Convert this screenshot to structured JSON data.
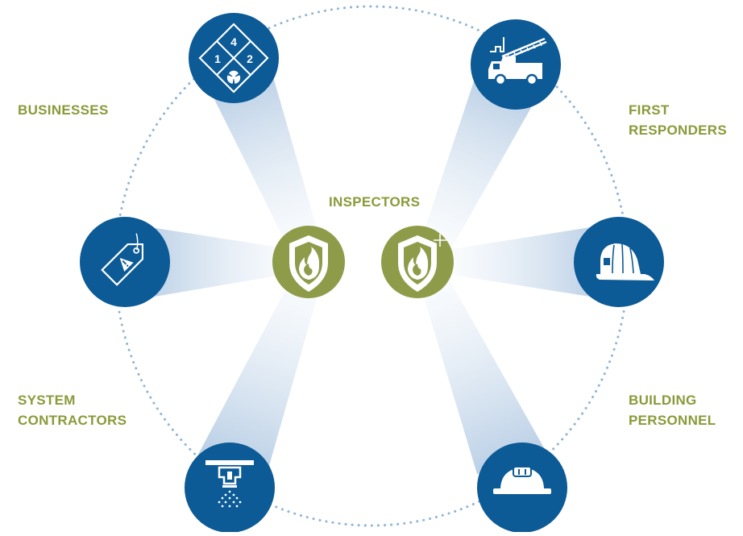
{
  "labels": {
    "businesses": "BUSINESSES",
    "first_responders_line1": "FIRST",
    "first_responders_line2": "RESPONDERS",
    "inspectors": "INSPECTORS",
    "system_contractors_line1": "SYSTEM",
    "system_contractors_line2": "CONTRACTORS",
    "building_personnel_line1": "BUILDING",
    "building_personnel_line2": "PERSONNEL"
  },
  "hazard_diamond": {
    "top": "4",
    "left": "1",
    "right": "2"
  },
  "colors": {
    "node_blue": "#0c5a96",
    "node_green": "#8e9c4a",
    "label_green": "#8a9a3a",
    "beam_blue": "#a9c3df",
    "dotted_ring": "#8fb4d4"
  },
  "icons": {
    "center_left": "flame-shield-icon",
    "center_right": "flame-shield-plus-icon",
    "top_left": "hazard-diamond-icon",
    "top_right": "fire-truck-icon",
    "mid_left": "inspection-tag-icon",
    "mid_right": "firefighter-helmet-icon",
    "bottom_left": "sprinkler-head-icon",
    "bottom_right": "hard-hat-icon"
  }
}
